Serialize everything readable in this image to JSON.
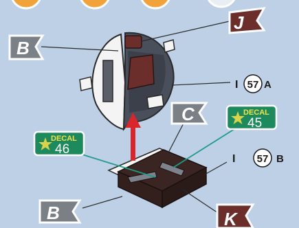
{
  "labels": {
    "b_upper": "B",
    "j": "J",
    "c": "C",
    "b_lower": "B",
    "k": "K"
  },
  "refs": {
    "upper": {
      "prefix": "I",
      "number": "57",
      "suffix": "A"
    },
    "lower": {
      "prefix": "I",
      "number": "57",
      "suffix": "B"
    }
  },
  "decals": {
    "left": {
      "label": "DECAL",
      "number": "46"
    },
    "right": {
      "label": "DECAL",
      "number": "45"
    }
  },
  "colors": {
    "background": "#bdd0e6",
    "flag_grey": "#7b7f86",
    "flag_brown": "#6b2e2a",
    "decal_green": "#1d8a5e",
    "arrow_red": "#d8262c",
    "part_dark": "#3a2522"
  }
}
